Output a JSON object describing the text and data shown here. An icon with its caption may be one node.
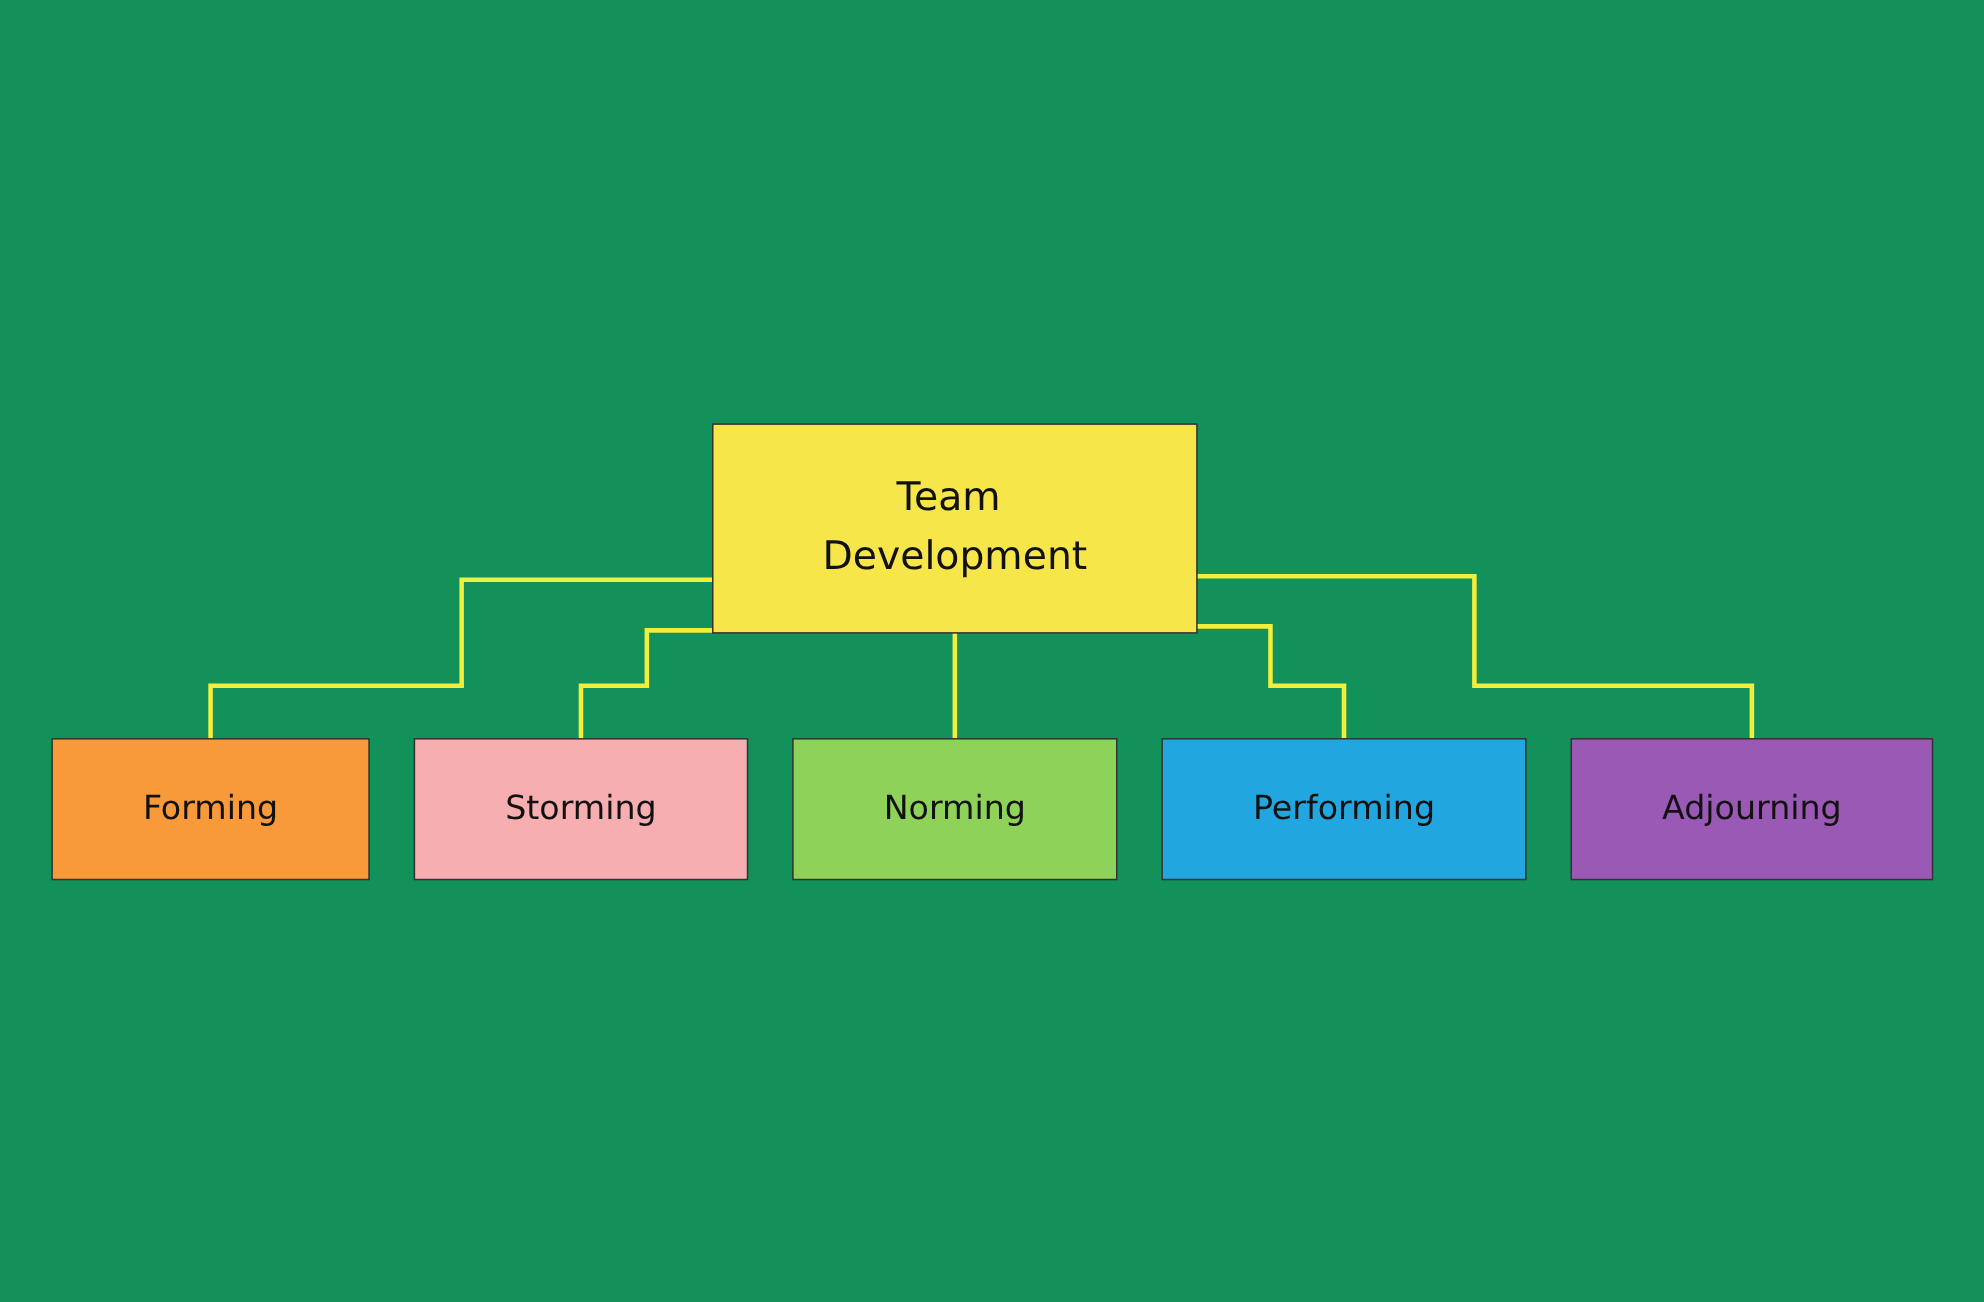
{
  "diagram": {
    "nodes": [
      {
        "text": [
          "Team Development"
        ]
      },
      {
        "text": [
          "Forming"
        ]
      },
      {
        "text": [
          "Storming"
        ]
      },
      {
        "text": [
          "Norming"
        ]
      },
      {
        "text": [
          "Performing"
        ]
      },
      {
        "text": [
          "Adjourning"
        ]
      }
    ],
    "edges": [
      {
        "from": 0,
        "to": 1,
        "arrow": "none"
      },
      {
        "from": 0,
        "to": 2,
        "arrow": "none"
      },
      {
        "from": 0,
        "to": 3,
        "arrow": "none"
      },
      {
        "from": 0,
        "to": 4,
        "arrow": "none"
      },
      {
        "from": 0,
        "to": 5,
        "arrow": "none"
      }
    ]
  }
}
